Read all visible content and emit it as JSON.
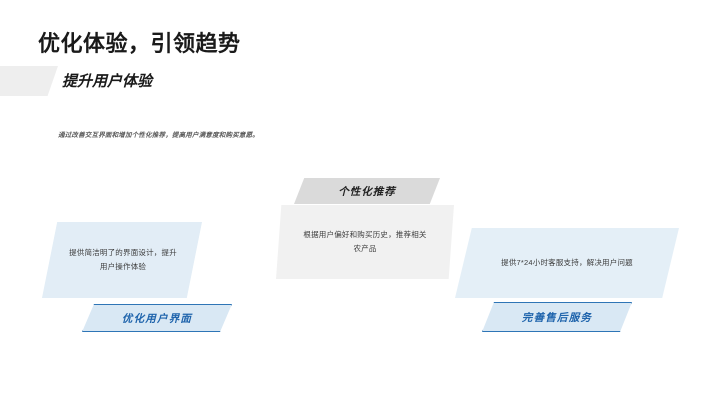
{
  "slide": {
    "title": "优化体验，引领趋势",
    "subtitle": "提升用户体验",
    "intro": "通过改善交互界面和增加个性化推荐，提高用户满意度和购买意愿。",
    "background_color": "#ffffff",
    "accent_color": "#1f64ac",
    "accent_border_color": "#2e75b6",
    "blue_panel_color": "#e2edf6",
    "gray_panel_color": "#f1f1f1",
    "gray_header_color": "#dadada",
    "band_color": "#eeeeee"
  },
  "cards": [
    {
      "id": "optimize-interface",
      "position": "left",
      "body_text": "提供简洁明了的界面设计，提升用户操作体验",
      "pill_label": "优化用户界面",
      "panel_color": "#e2edf6",
      "pill_fill": "#d9e8f4",
      "pill_text_color": "#1f64ac"
    },
    {
      "id": "personalized-recommendation",
      "position": "middle",
      "header_label": "个性化推荐",
      "body_text": "根据用户偏好和购买历史，推荐相关农产品",
      "panel_color": "#f1f1f1",
      "header_color": "#dadada"
    },
    {
      "id": "after-sales-service",
      "position": "right",
      "body_text": "提供7*24小时客服支持，解决用户问题",
      "pill_label": "完善售后服务",
      "panel_color": "#e4eff7",
      "pill_fill": "#d9e8f4",
      "pill_text_color": "#1f64ac"
    }
  ]
}
